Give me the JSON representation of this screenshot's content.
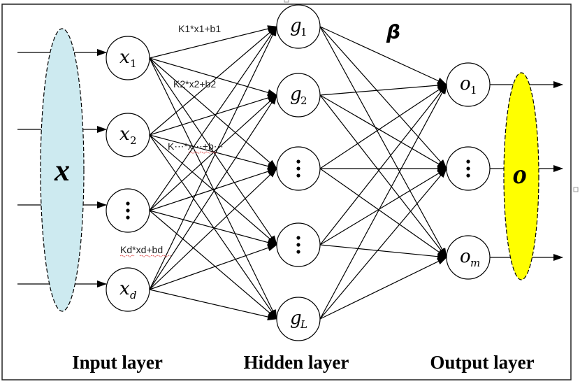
{
  "diagram": {
    "title_symbols": {
      "input_vector": "x",
      "output_vector": "o",
      "weights": "β"
    },
    "input_layer": {
      "label": "Input layer",
      "nodes": [
        {
          "base": "x",
          "sub": "1"
        },
        {
          "base": "x",
          "sub": "2"
        },
        {
          "base": "⋮",
          "sub": ""
        },
        {
          "base": "x",
          "sub": "d"
        }
      ]
    },
    "hidden_layer": {
      "label": "Hidden layer",
      "nodes": [
        {
          "base": "g",
          "sub": "1"
        },
        {
          "base": "g",
          "sub": "2"
        },
        {
          "base": "⋮",
          "sub": ""
        },
        {
          "base": "⋮",
          "sub": ""
        },
        {
          "base": "g",
          "sub": "L"
        }
      ]
    },
    "output_layer": {
      "label": "Output layer",
      "nodes": [
        {
          "base": "o",
          "sub": "1"
        },
        {
          "base": "⋮",
          "sub": ""
        },
        {
          "base": "o",
          "sub": "m"
        }
      ]
    },
    "weight_annotations": [
      "K1*x1+b1",
      "K2*x2+b2",
      "K⋯*x⋯+b⋯",
      "Kd*xd+bd"
    ],
    "colors": {
      "input_ellipse": "#cdeaf0",
      "output_ellipse": "#ffff00",
      "stroke": "#000000"
    }
  }
}
